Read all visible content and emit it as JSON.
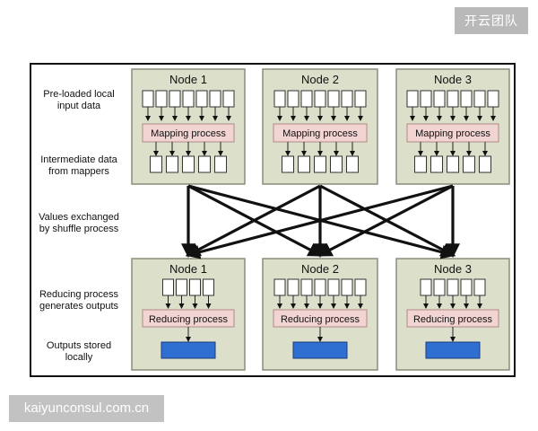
{
  "watermarks": {
    "top": "开云团队",
    "bottom": "kaiyunconsul.com.cn"
  },
  "row_labels": [
    [
      "Pre-loaded local",
      "input data"
    ],
    [
      "Intermediate data",
      "from mappers"
    ],
    [
      "Values exchanged",
      "by shuffle process"
    ],
    [
      "Reducing process",
      "generates outputs"
    ],
    [
      "Outputs stored",
      "locally"
    ]
  ],
  "map_nodes": [
    {
      "title": "Node 1",
      "process": "Mapping process",
      "input_blocks": 7,
      "intermediate_blocks": 5
    },
    {
      "title": "Node 2",
      "process": "Mapping process",
      "input_blocks": 7,
      "intermediate_blocks": 5
    },
    {
      "title": "Node 3",
      "process": "Mapping process",
      "input_blocks": 7,
      "intermediate_blocks": 5
    }
  ],
  "reduce_nodes": [
    {
      "title": "Node 1",
      "process": "Reducing process",
      "input_blocks": 4
    },
    {
      "title": "Node 2",
      "process": "Reducing process",
      "input_blocks": 7
    },
    {
      "title": "Node 3",
      "process": "Reducing process",
      "input_blocks": 5
    }
  ],
  "colors": {
    "node_fill": "#dcdfc9",
    "node_border": "#8a8d7a",
    "process_fill": "#f2d4d2",
    "process_border": "#b08a88",
    "output_fill": "#2f6fd1",
    "arrow": "#111111"
  }
}
